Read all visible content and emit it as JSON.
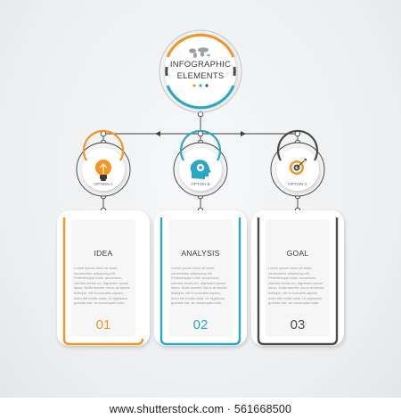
{
  "title": {
    "line1": "INFOGRAPHIC",
    "line2": "ELEMENTS"
  },
  "options": [
    {
      "label": "OPTION A",
      "icon": "lightbulb-icon",
      "color": "#f7941d"
    },
    {
      "label": "OPTION B",
      "icon": "head-gear-icon",
      "color": "#2aa6c7"
    },
    {
      "label": "OPTION C",
      "icon": "target-icon",
      "color": "#4a4a4a"
    }
  ],
  "cards": [
    {
      "title": "IDEA",
      "number": "01",
      "color": "#f7941d",
      "body": "Lorem ipsum dolor sit amet, consectetur adipiscing elit. Pellentesque tortor accumsan, ultricies lectus eu, dignissim ipsum lacus. Nulla laoreet, lacus at lacinia tristique, elit id convallis sapien, dolor elit mollis nulla. Ut dignissim gravida nisi, ac consequat nulla."
    },
    {
      "title": "ANALYSIS",
      "number": "02",
      "color": "#2aa6c7",
      "body": "Lorem ipsum dolor sit amet, consectetur adipiscing elit. Pellentesque tortor accumsan, ultricies lectus eu, dignissim ipsum lacus. Nulla laoreet, lacus at lacinia tristique, elit id convallis sapien, dolor elit mollis nulla. Ut dignissim gravida nisi, ac consequat nulla."
    },
    {
      "title": "GOAL",
      "number": "03",
      "color": "#4a4a4a",
      "body": "Lorem ipsum dolor sit amet, consectetur adipiscing elit. Pellentesque tortor accumsan, ultricies lectus eu, dignissim ipsum lacus. Nulla laoreet, lacus at lacinia tristique, elit id convallis sapien, dolor elit mollis nulla. Ut dignissim gravida nisi, ac consequat nulla."
    }
  ],
  "watermark": "www.shutterstock.com · 561668500"
}
